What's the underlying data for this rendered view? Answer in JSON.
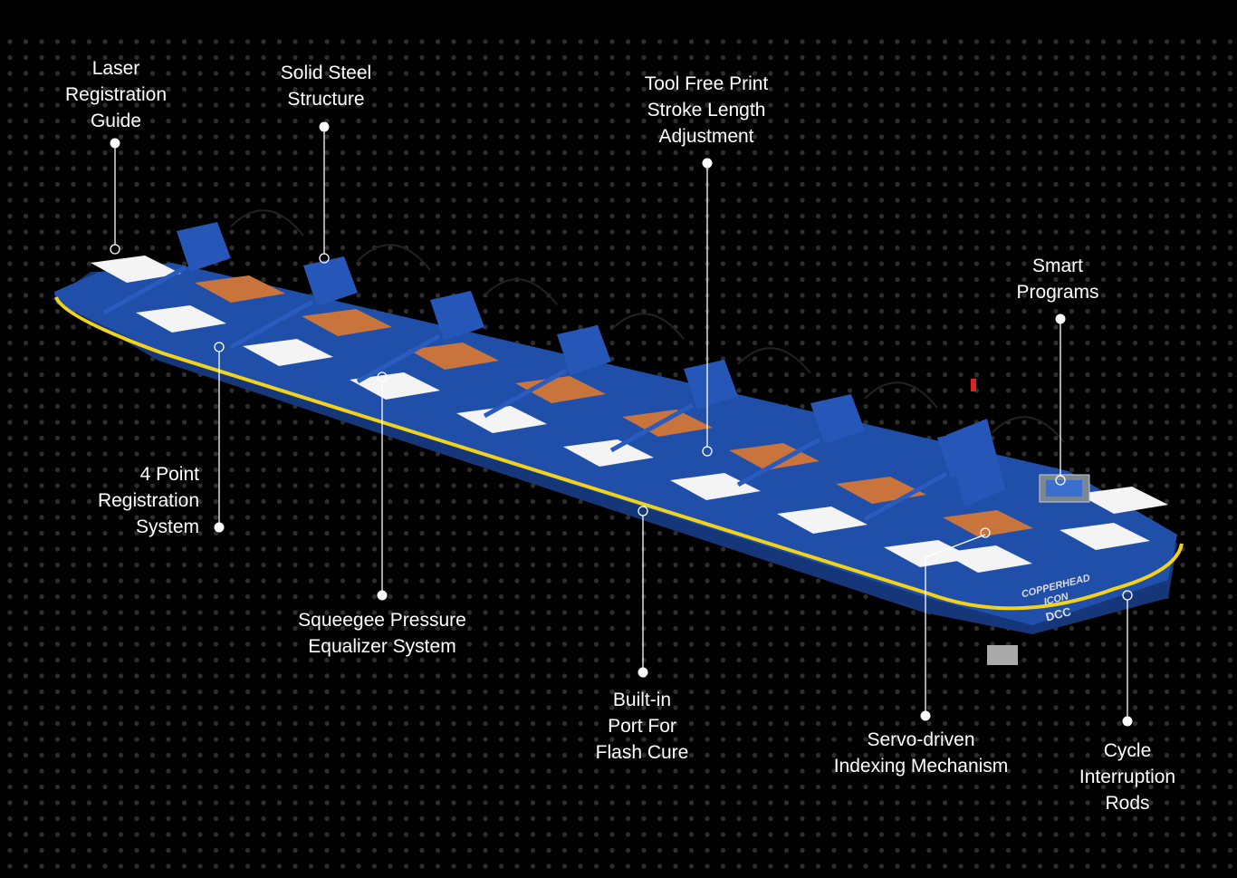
{
  "colors": {
    "background": "#000000",
    "dots": "#2e2e2e",
    "machine_blue": "#1f4fa8",
    "machine_dark": "#15377a",
    "rail": "#f2d21b",
    "pallet": "#f4f4f4",
    "screen": "#c9743c",
    "callout": "#ffffff"
  },
  "callouts": [
    {
      "id": "laser",
      "text": "Laser\nRegistration\nGuide"
    },
    {
      "id": "steel",
      "text": "Solid Steel\nStructure"
    },
    {
      "id": "stroke",
      "text": "Tool Free Print\nStroke Length\nAdjustment"
    },
    {
      "id": "smart",
      "text": "Smart\nPrograms"
    },
    {
      "id": "registration",
      "text": "4 Point\nRegistration\nSystem"
    },
    {
      "id": "squeegee",
      "text": "Squeegee Pressure\nEqualizer System"
    },
    {
      "id": "flash",
      "text": "Built-in\nPort For\nFlash Cure"
    },
    {
      "id": "servo",
      "text": "Servo-driven\nIndexing Mechanism"
    },
    {
      "id": "cycle",
      "text": "Cycle\nInterruption\nRods"
    }
  ],
  "logo": {
    "line1": "COPPERHEAD",
    "line2": "ICON",
    "brand": "DCC"
  }
}
